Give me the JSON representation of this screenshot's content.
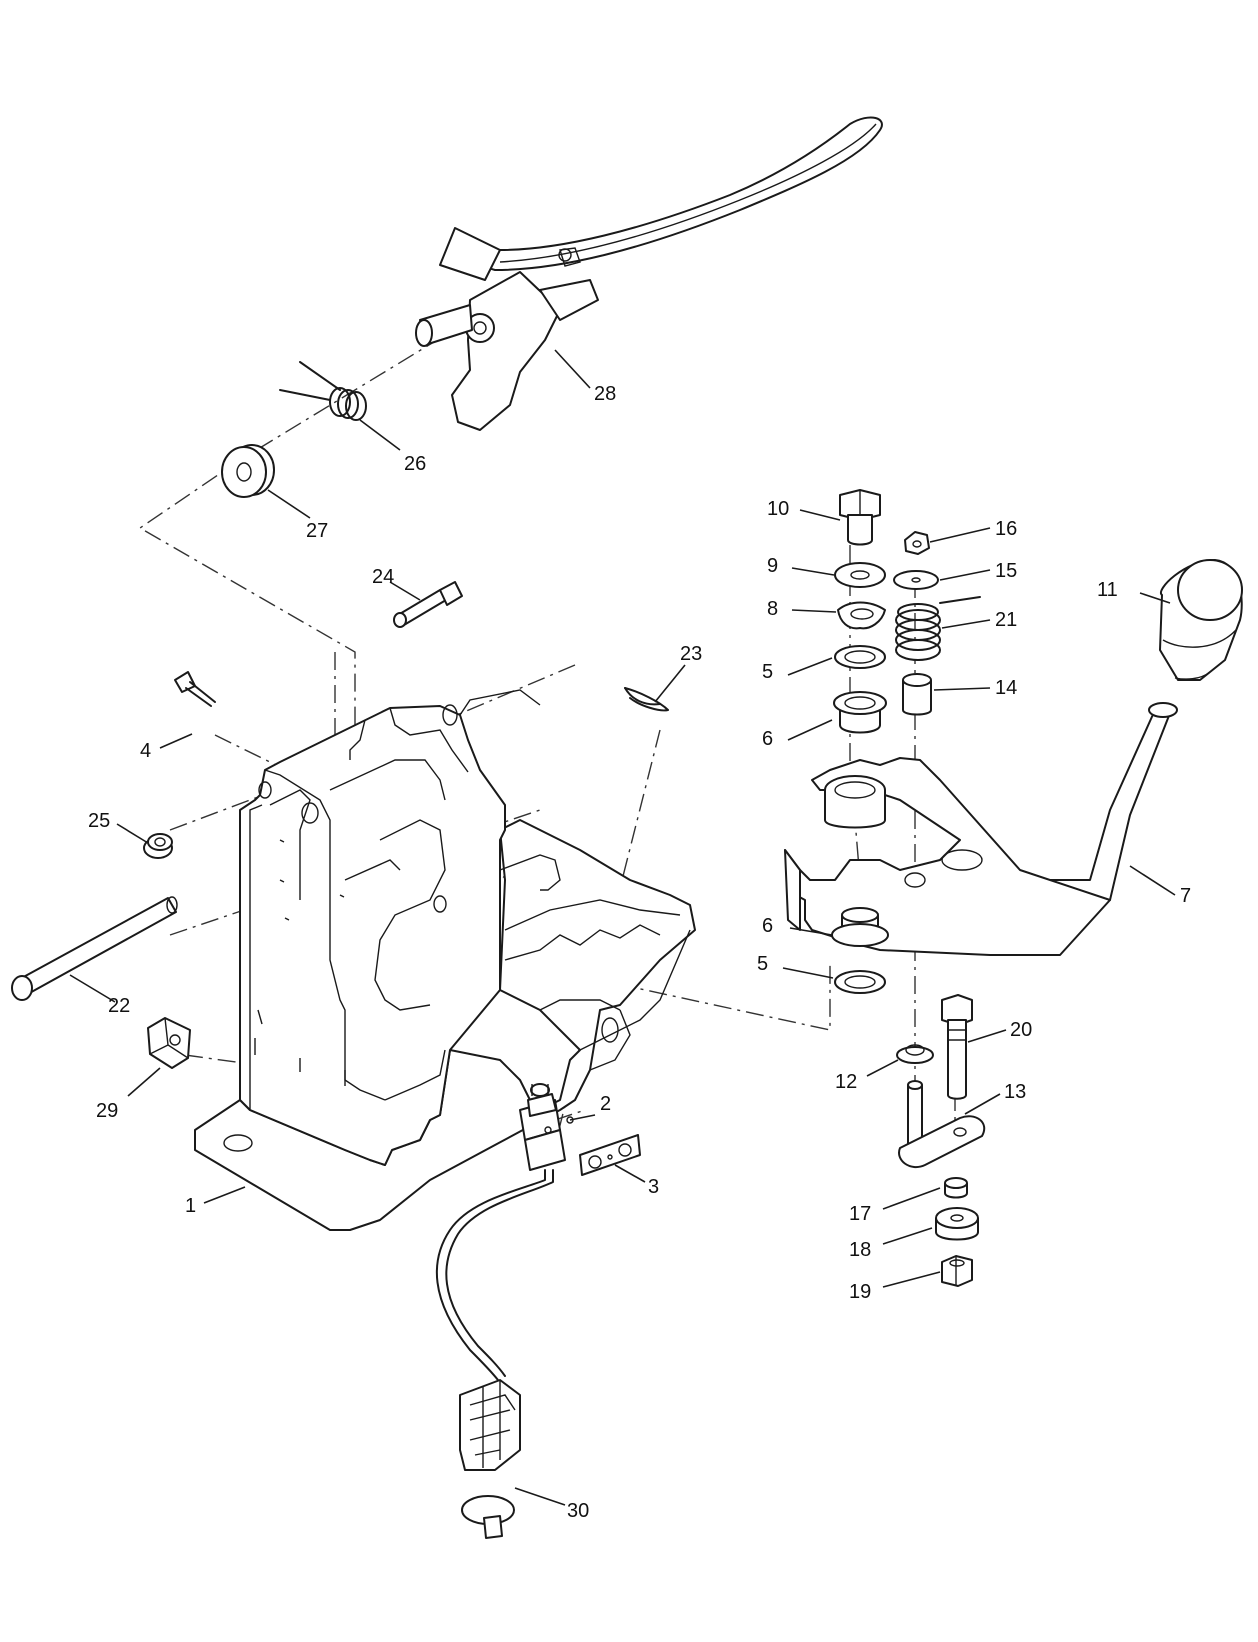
{
  "callouts": [
    {
      "key": "c1",
      "label": "1"
    },
    {
      "key": "c2",
      "label": "2"
    },
    {
      "key": "c3",
      "label": "3"
    },
    {
      "key": "c4",
      "label": "4"
    },
    {
      "key": "c5a",
      "label": "5"
    },
    {
      "key": "c5b",
      "label": "5"
    },
    {
      "key": "c6a",
      "label": "6"
    },
    {
      "key": "c6b",
      "label": "6"
    },
    {
      "key": "c7",
      "label": "7"
    },
    {
      "key": "c8",
      "label": "8"
    },
    {
      "key": "c9",
      "label": "9"
    },
    {
      "key": "c10",
      "label": "10"
    },
    {
      "key": "c11",
      "label": "11"
    },
    {
      "key": "c12",
      "label": "12"
    },
    {
      "key": "c13",
      "label": "13"
    },
    {
      "key": "c14",
      "label": "14"
    },
    {
      "key": "c15",
      "label": "15"
    },
    {
      "key": "c16",
      "label": "16"
    },
    {
      "key": "c17",
      "label": "17"
    },
    {
      "key": "c18",
      "label": "18"
    },
    {
      "key": "c19",
      "label": "19"
    },
    {
      "key": "c20",
      "label": "20"
    },
    {
      "key": "c21",
      "label": "21"
    },
    {
      "key": "c22",
      "label": "22"
    },
    {
      "key": "c23",
      "label": "23"
    },
    {
      "key": "c24",
      "label": "24"
    },
    {
      "key": "c25",
      "label": "25"
    },
    {
      "key": "c26",
      "label": "26"
    },
    {
      "key": "c27",
      "label": "27"
    },
    {
      "key": "c28",
      "label": "28"
    },
    {
      "key": "c29",
      "label": "29"
    },
    {
      "key": "c30",
      "label": "30"
    }
  ],
  "colors": {
    "line": "#1a1a1a",
    "background": "#ffffff"
  }
}
